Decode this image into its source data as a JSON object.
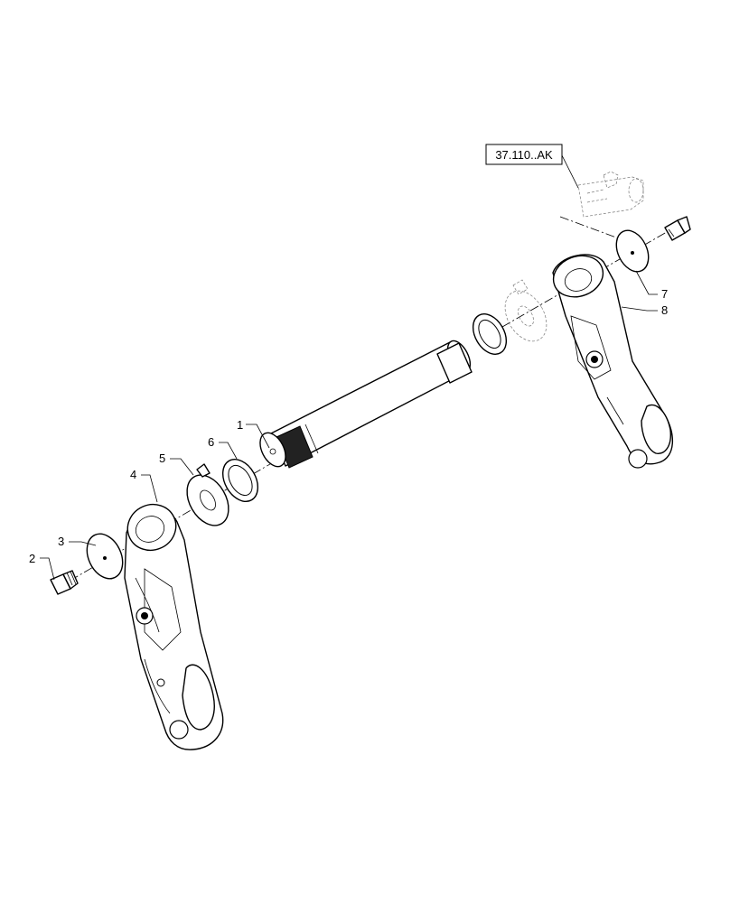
{
  "reference_label": "37.110..AK",
  "callouts": {
    "c1": "1",
    "c2": "2",
    "c3": "3",
    "c4": "4",
    "c5": "5",
    "c6": "6",
    "c7": "7",
    "c8": "8"
  }
}
